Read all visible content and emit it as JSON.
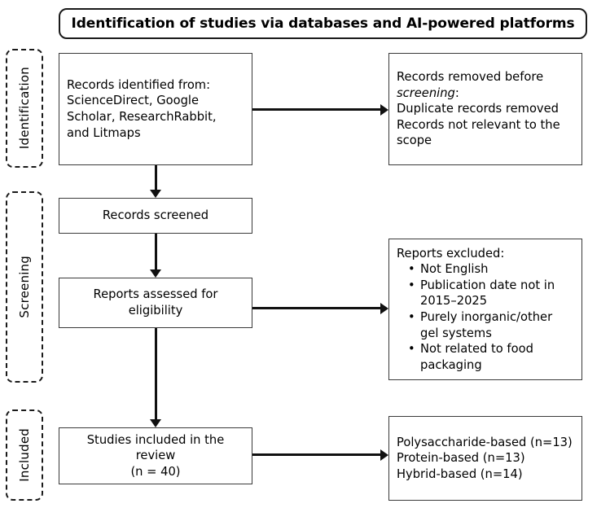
{
  "title": {
    "text": "Identification of studies via databases and AI-powered platforms"
  },
  "stages": [
    {
      "name": "identification",
      "label": "Identification"
    },
    {
      "name": "screening",
      "label": "Screening"
    },
    {
      "name": "included",
      "label": "Included"
    }
  ],
  "nodes": {
    "records_identified": {
      "lines": [
        "Records identified from:",
        "ScienceDirect, Google",
        "Scholar, ResearchRabbit,",
        "and Litmaps"
      ]
    },
    "records_removed": {
      "line1": "Records removed before",
      "line2_italic": "screening",
      "line2_suffix": ":",
      "line3": "Duplicate records removed",
      "line4": "Records not relevant to the",
      "line5": "scope"
    },
    "records_screened": {
      "text": "Records screened"
    },
    "reports_assessed": {
      "line1": "Reports assessed for",
      "line2": "eligibility"
    },
    "reports_excluded": {
      "heading": "Reports excluded:",
      "bullets": [
        "Not English",
        "Publication date not in 2015–2025",
        "Purely inorganic/other gel systems",
        "Not related to food packaging"
      ]
    },
    "studies_included": {
      "line1": "Studies included in the",
      "line2": "review",
      "line3": "(n = 40)"
    },
    "categories": {
      "lines": [
        "Polysaccharide-based (n=13)",
        "Protein-based (n=13)",
        "Hybrid-based (n=14)"
      ]
    }
  },
  "colors": {
    "line": "#111111",
    "box_border": "#3a3a3a",
    "stage_border": "#1a1a1a",
    "background": "#ffffff"
  }
}
